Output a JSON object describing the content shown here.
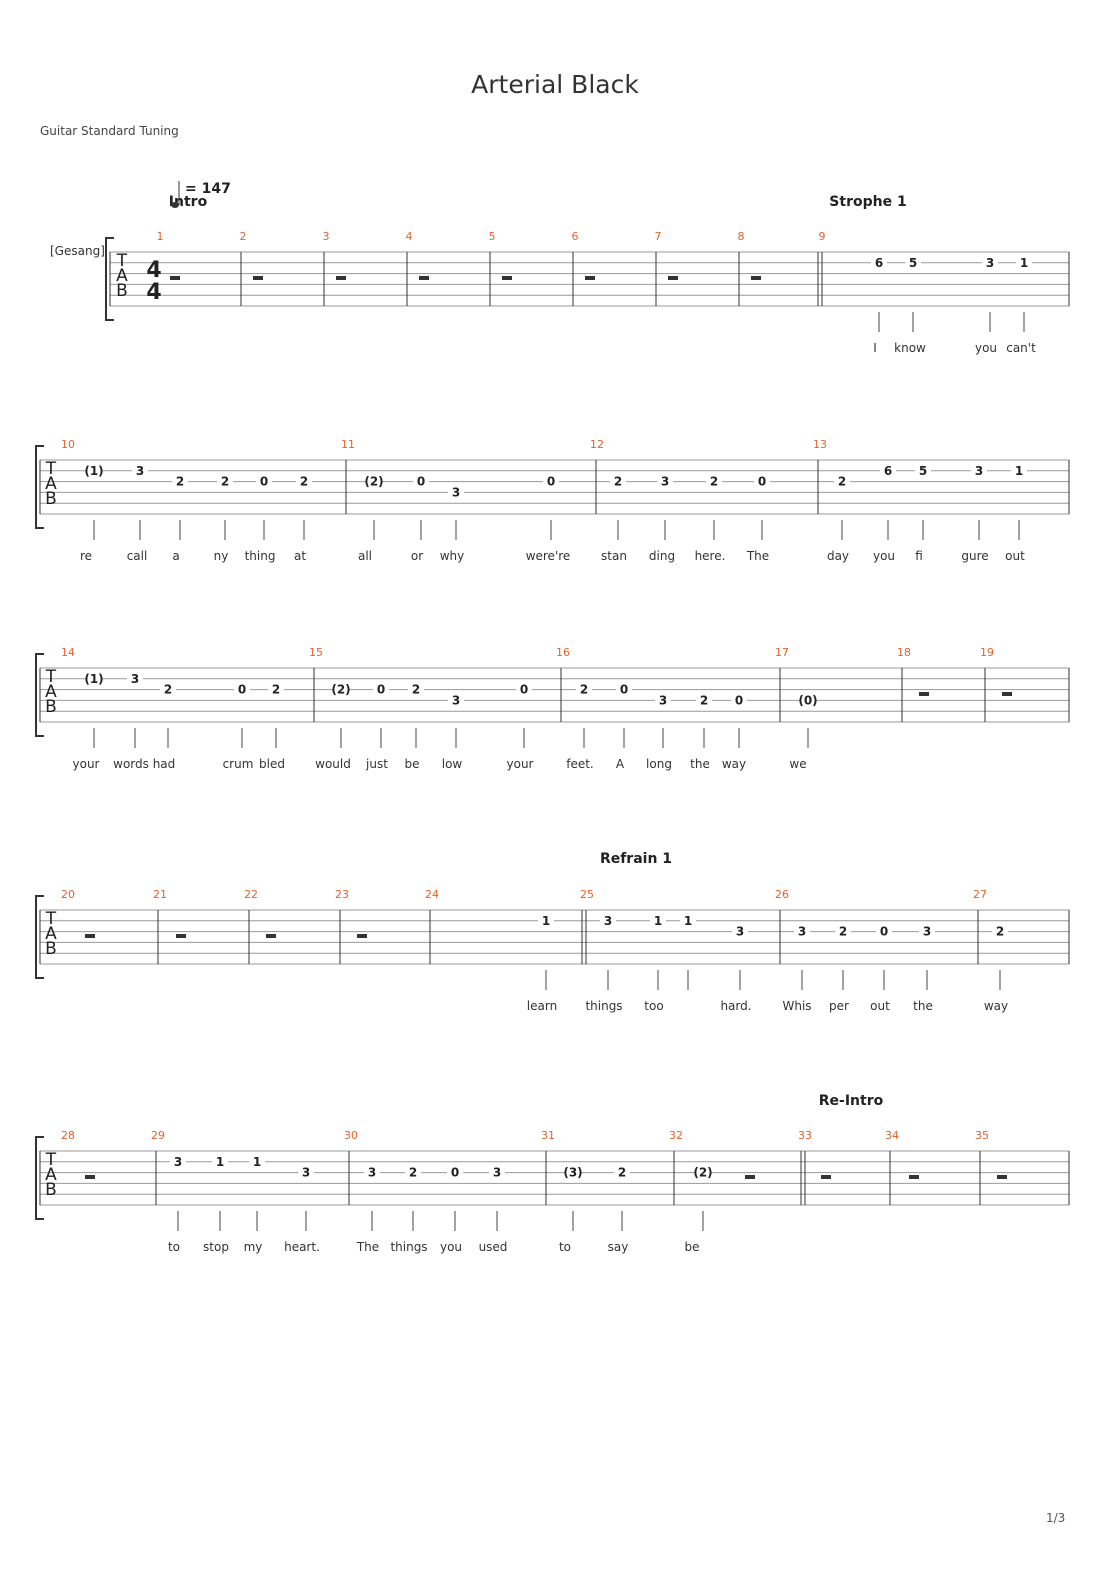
{
  "title": "Arterial Black",
  "tuning": "Guitar Standard Tuning",
  "track_name": "[Gesang]",
  "tempo": "= 147",
  "time_signature": [
    "4",
    "4"
  ],
  "tab_clef": [
    "T",
    "A",
    "B"
  ],
  "page": "1/3",
  "sections": [
    {
      "label": "Intro",
      "measure": 1
    },
    {
      "label": "Strophe 1",
      "measure": 9
    },
    {
      "label": "Refrain 1",
      "measure": 25
    },
    {
      "label": "Re-Intro",
      "measure": 33
    }
  ],
  "systems": [
    {
      "measures": [
        "1",
        "2",
        "3",
        "4",
        "5",
        "6",
        "7",
        "8",
        "9"
      ],
      "frets": [
        "6",
        "5",
        "3",
        "1"
      ],
      "lyrics": [
        "I",
        "know",
        "you",
        "can't"
      ]
    },
    {
      "measures": [
        "10",
        "11",
        "12",
        "13"
      ],
      "frets": [
        "(1)",
        "3",
        "2",
        "2",
        "0",
        "2",
        "(2)",
        "0",
        "3",
        "0",
        "2",
        "3",
        "2",
        "0",
        "2",
        "6",
        "5",
        "3",
        "1"
      ],
      "lyrics": [
        "re",
        "call",
        "a",
        "ny",
        "thing",
        "at",
        "all",
        "or",
        "why",
        "were're",
        "stan",
        "ding",
        "here.",
        "The",
        "day",
        "you",
        "fi",
        "gure",
        "out"
      ]
    },
    {
      "measures": [
        "14",
        "15",
        "16",
        "17",
        "18",
        "19"
      ],
      "frets": [
        "(1)",
        "3",
        "2",
        "0",
        "2",
        "(2)",
        "0",
        "2",
        "3",
        "0",
        "2",
        "0",
        "3",
        "2",
        "0",
        "(0)"
      ],
      "lyrics": [
        "your",
        "words",
        "had",
        "crum",
        "bled",
        "would",
        "just",
        "be",
        "low",
        "your",
        "feet.",
        "A",
        "long",
        "the",
        "way",
        "we"
      ]
    },
    {
      "measures": [
        "20",
        "21",
        "22",
        "23",
        "24",
        "25",
        "26",
        "27"
      ],
      "frets": [
        "1",
        "3",
        "1",
        "1",
        "3",
        "3",
        "2",
        "0",
        "3",
        "2"
      ],
      "lyrics": [
        "learn",
        "things",
        "too",
        "hard.",
        "Whis",
        "per",
        "out",
        "the",
        "way"
      ]
    },
    {
      "measures": [
        "28",
        "29",
        "30",
        "31",
        "32",
        "33",
        "34",
        "35"
      ],
      "frets": [
        "3",
        "1",
        "1",
        "3",
        "3",
        "2",
        "0",
        "3",
        "(3)",
        "2",
        "(2)"
      ],
      "lyrics": [
        "to",
        "stop",
        "my",
        "heart.",
        "The",
        "things",
        "you",
        "used",
        "to",
        "say",
        "be"
      ]
    }
  ]
}
